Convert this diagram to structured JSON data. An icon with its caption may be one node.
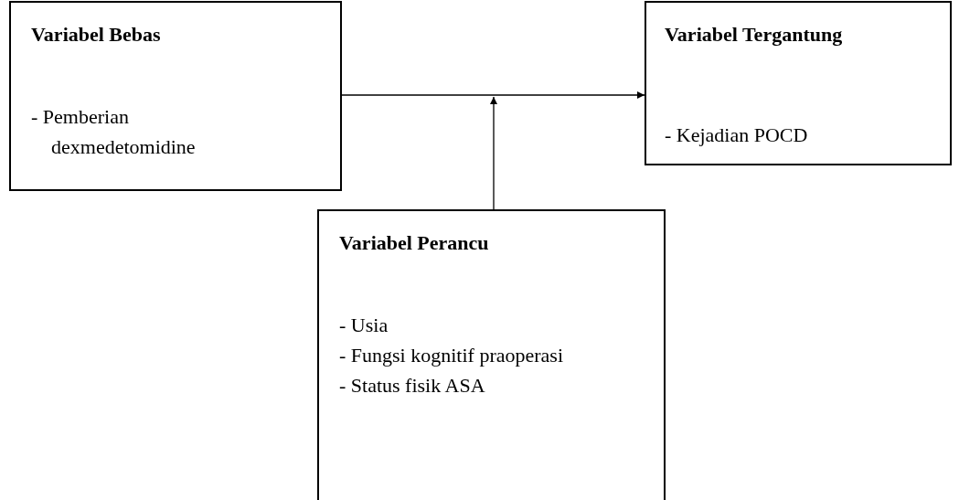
{
  "diagram": {
    "nodes": [
      {
        "text": [
          "Variabel Bebas",
          "- Pemberian dexmedetomidine"
        ]
      },
      {
        "text": [
          "Variabel Tergantung",
          "- Kejadian POCD"
        ]
      },
      {
        "text": [
          "Variabel Perancu",
          "- Usia",
          "- Fungsi kognitif praoperasi",
          "- Status fisik ASA"
        ]
      }
    ],
    "edges": [
      {
        "from": 0,
        "to": 1,
        "arrow": "to"
      },
      {
        "from": 2,
        "to": null,
        "arrow": "to"
      }
    ]
  }
}
